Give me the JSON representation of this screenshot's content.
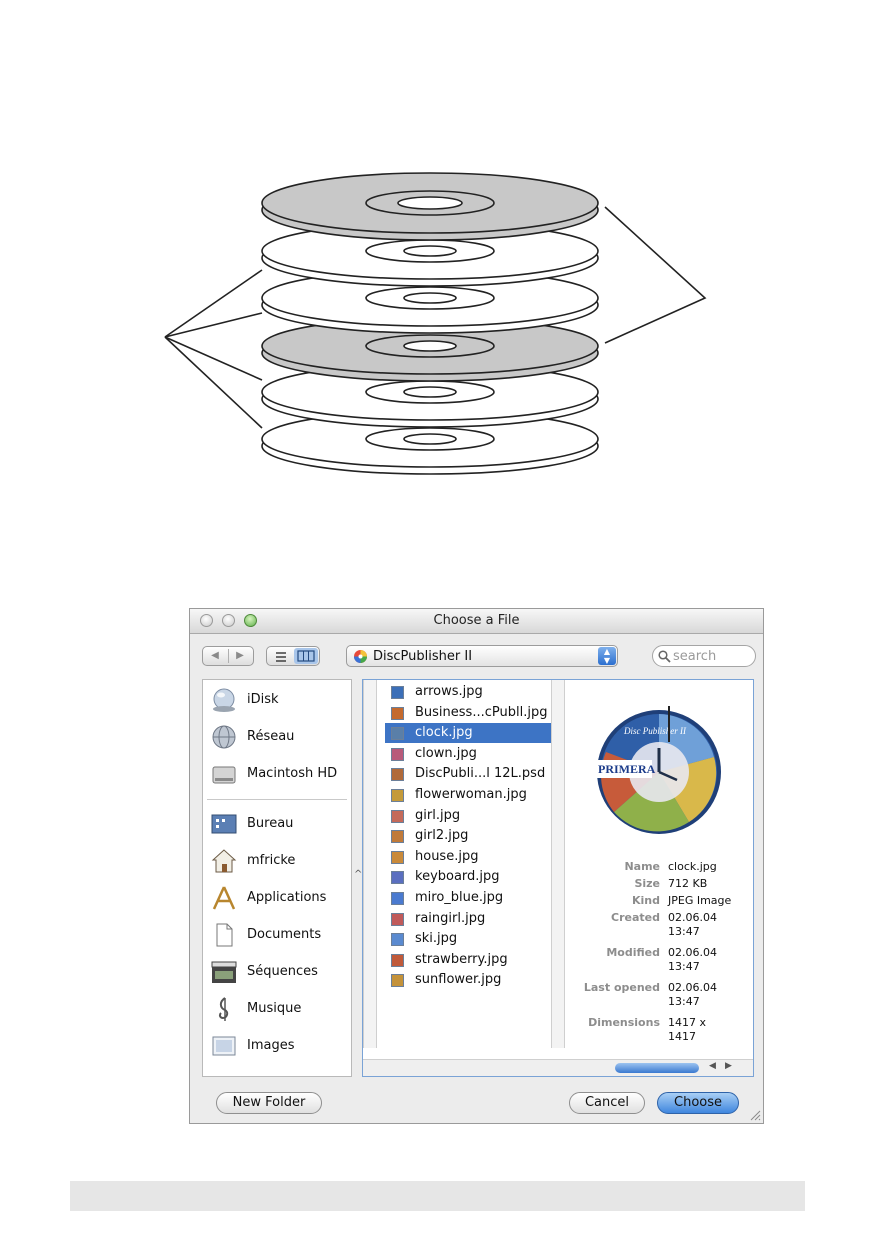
{
  "dialog": {
    "title": "Choose a File",
    "location": "DiscPublisher II",
    "search_placeholder": "search",
    "sidebar": {
      "devices": [
        {
          "label": "iDisk",
          "icon": "idisk-icon"
        },
        {
          "label": "Réseau",
          "icon": "network-icon"
        },
        {
          "label": "Macintosh HD",
          "icon": "hard-drive-icon"
        }
      ],
      "places": [
        {
          "label": "Bureau",
          "icon": "desktop-icon"
        },
        {
          "label": "mfricke",
          "icon": "home-icon"
        },
        {
          "label": "Applications",
          "icon": "applications-icon"
        },
        {
          "label": "Documents",
          "icon": "documents-icon"
        },
        {
          "label": "Séquences",
          "icon": "movies-icon"
        },
        {
          "label": "Musique",
          "icon": "music-icon"
        },
        {
          "label": "Images",
          "icon": "pictures-icon"
        }
      ]
    },
    "files": [
      "arrows.jpg",
      "Business...cPubll.jpg",
      "clock.jpg",
      "clown.jpg",
      "DiscPubli...l 12L.psd",
      "flowerwoman.jpg",
      "girl.jpg",
      "girl2.jpg",
      "house.jpg",
      "keyboard.jpg",
      "miro_blue.jpg",
      "raingirl.jpg",
      "ski.jpg",
      "strawberry.jpg",
      "sunflower.jpg"
    ],
    "selected_file": "clock.jpg",
    "preview": {
      "image_title": "Disc Publisher II",
      "image_brand": "PRIMERA",
      "details": [
        {
          "key": "Name",
          "value": "clock.jpg"
        },
        {
          "key": "Size",
          "value": "712 KB"
        },
        {
          "key": "Kind",
          "value": "JPEG Image"
        },
        {
          "key": "Created",
          "value": "02.06.04",
          "value2": "13:47"
        },
        {
          "key": "Modified",
          "value": "02.06.04",
          "value2": "13:47"
        },
        {
          "key": "Last opened",
          "value": "02.06.04",
          "value2": "13:47"
        },
        {
          "key": "Dimensions",
          "value": "1417 x",
          "value2": "1417"
        }
      ]
    },
    "buttons": {
      "new_folder": "New Folder",
      "cancel": "Cancel",
      "choose": "Choose"
    }
  },
  "colors": {
    "selection": "#3d74c5",
    "disc_gray": "#c8c8c8"
  }
}
